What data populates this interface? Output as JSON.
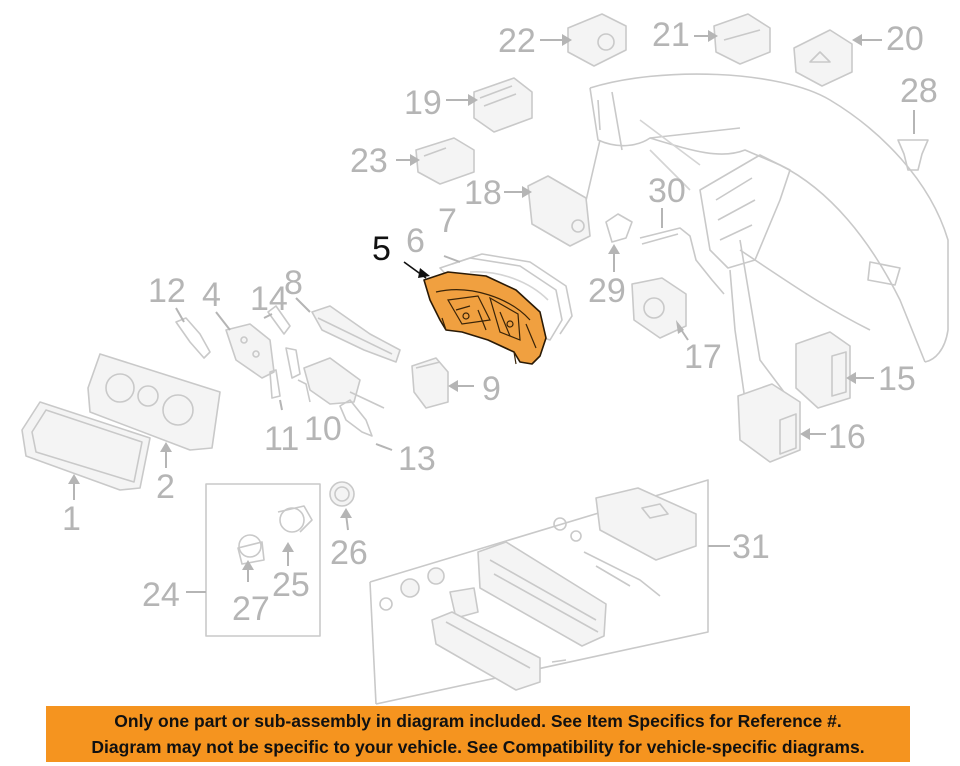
{
  "callouts": {
    "c1": "1",
    "c2": "2",
    "c4": "4",
    "c5": "5",
    "c6": "6",
    "c7": "7",
    "c8": "8",
    "c9": "9",
    "c10": "10",
    "c11": "11",
    "c12": "12",
    "c13": "13",
    "c14": "14",
    "c15": "15",
    "c16": "16",
    "c17": "17",
    "c18": "18",
    "c19": "19",
    "c20": "20",
    "c21": "21",
    "c22": "22",
    "c23": "23",
    "c24": "24",
    "c25": "25",
    "c26": "26",
    "c27": "27",
    "c28": "28",
    "c29": "29",
    "c30": "30",
    "c31": "31"
  },
  "highlighted_part": "5",
  "colors": {
    "highlight": "#f0a040",
    "banner": "#f5941f",
    "line_art": "#c9c9c9",
    "callout_text": "#b5b5b5"
  },
  "notice": {
    "line1": "Only one part or sub-assembly in diagram included. See Item Specifics for Reference #.",
    "line2": "Diagram may not be specific to your vehicle. See Compatibility for vehicle-specific diagrams."
  }
}
